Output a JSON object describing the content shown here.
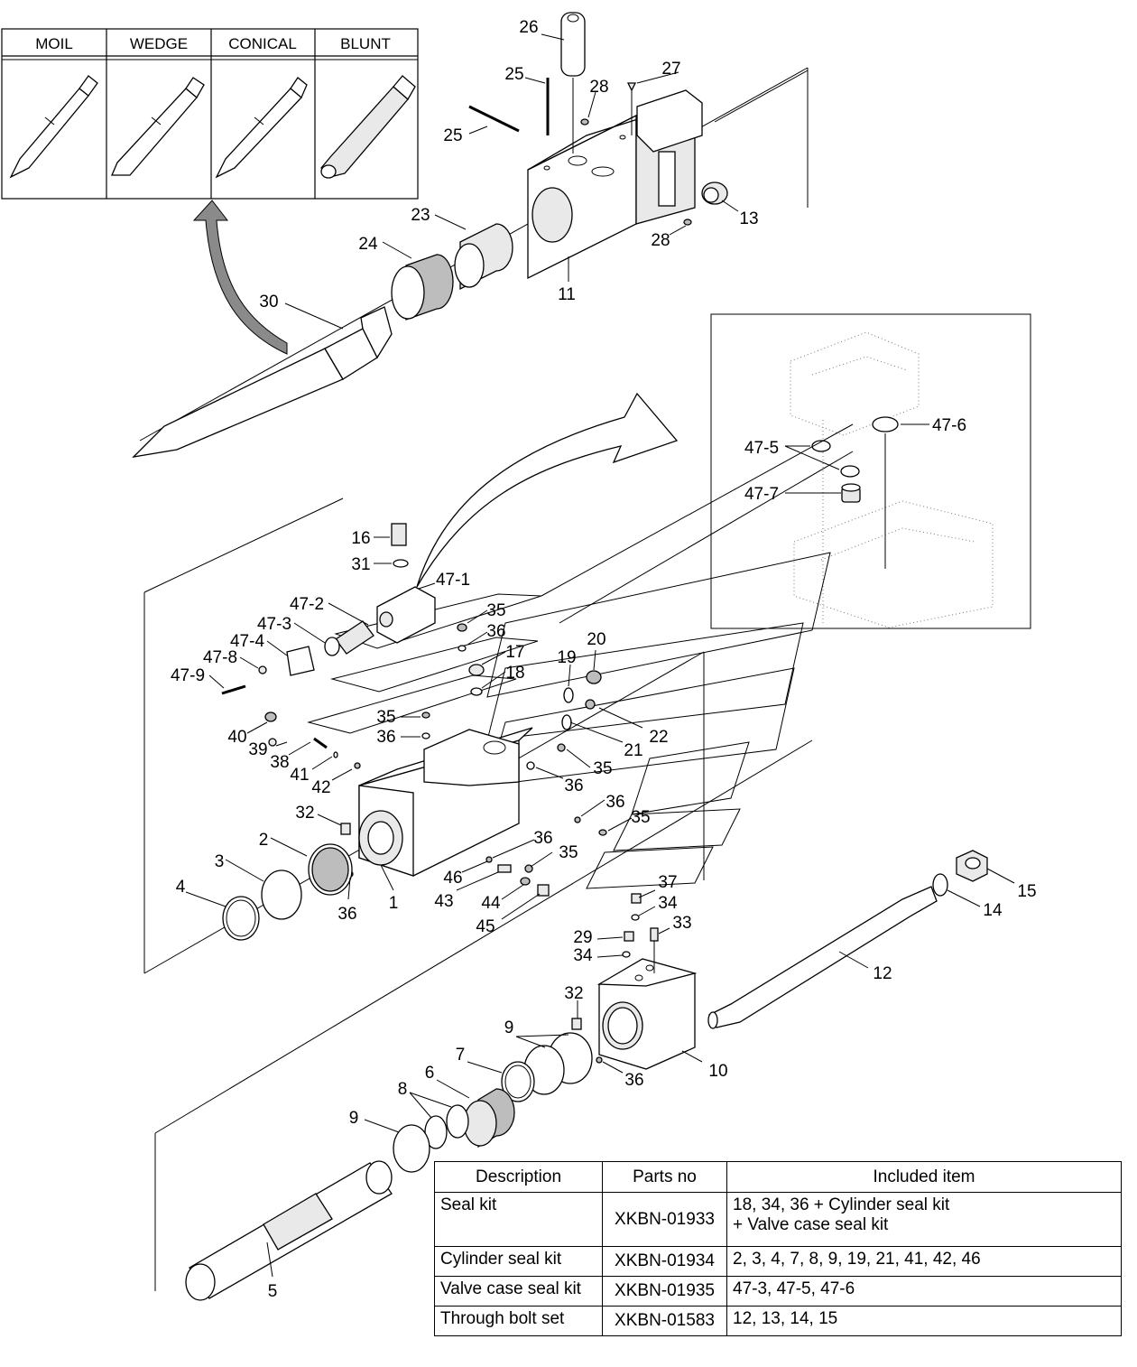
{
  "tool_panel": {
    "headers": [
      "MOIL",
      "WEDGE",
      "CONICAL",
      "BLUNT"
    ]
  },
  "callouts": {
    "c1": "1",
    "c2": "2",
    "c3": "3",
    "c4": "4",
    "c5": "5",
    "c6": "6",
    "c7": "7",
    "c8": "8",
    "c9a": "9",
    "c9b": "9",
    "c10": "10",
    "c11": "11",
    "c12": "12",
    "c13": "13",
    "c14": "14",
    "c15": "15",
    "c16": "16",
    "c17": "17",
    "c18": "18",
    "c19": "19",
    "c20": "20",
    "c21": "21",
    "c22": "22",
    "c23": "23",
    "c24": "24",
    "c25a": "25",
    "c25b": "25",
    "c26": "26",
    "c27": "27",
    "c28a": "28",
    "c28b": "28",
    "c29": "29",
    "c30": "30",
    "c31": "31",
    "c32a": "32",
    "c32b": "32",
    "c33": "33",
    "c34a": "34",
    "c34b": "34",
    "c35a": "35",
    "c35b": "35",
    "c35c": "35",
    "c35d": "35",
    "c35e": "35",
    "c36a": "36",
    "c36b": "36",
    "c36c": "36",
    "c36d": "36",
    "c36e": "36",
    "c36f": "36",
    "c36g": "36",
    "c37": "37",
    "c38": "38",
    "c39": "39",
    "c40": "40",
    "c41": "41",
    "c42": "42",
    "c43": "43",
    "c44": "44",
    "c45": "45",
    "c46": "46",
    "c47_1": "47-1",
    "c47_2": "47-2",
    "c47_3": "47-3",
    "c47_4": "47-4",
    "c47_5": "47-5",
    "c47_6": "47-6",
    "c47_7": "47-7",
    "c47_8": "47-8",
    "c47_9": "47-9"
  },
  "kit_table": {
    "headers": [
      "Description",
      "Parts no",
      "Included item"
    ],
    "rows": [
      {
        "description": "Seal kit",
        "parts_no": "XKBN-01933",
        "included": "18, 34, 36 + Cylinder seal kit\n+ Valve case seal kit"
      },
      {
        "description": "Cylinder seal kit",
        "parts_no": "XKBN-01934",
        "included": "2, 3, 4, 7, 8, 9, 19, 21, 41, 42, 46"
      },
      {
        "description": "Valve case seal kit",
        "parts_no": "XKBN-01935",
        "included": "47-3, 47-5, 47-6"
      },
      {
        "description": "Through bolt set",
        "parts_no": "XKBN-01583",
        "included": "12, 13, 14, 15"
      }
    ]
  }
}
